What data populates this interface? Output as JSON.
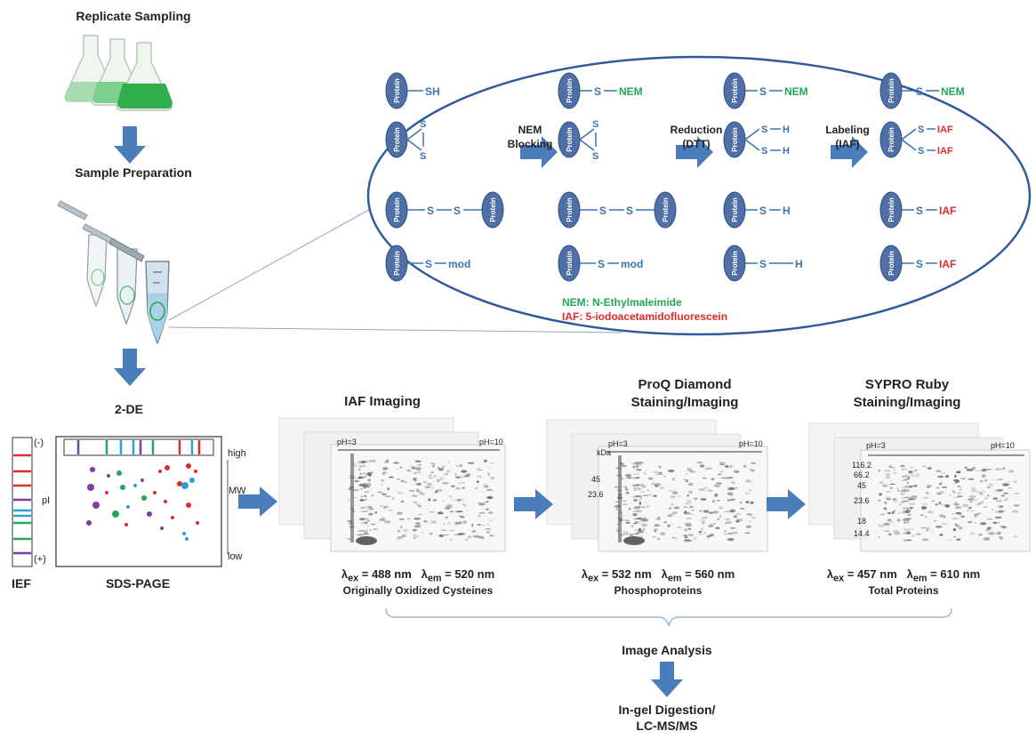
{
  "workflow": {
    "replicate_sampling": "Replicate Sampling",
    "sample_preparation": "Sample Preparation",
    "two_de": "2-DE",
    "ief": "IEF",
    "sds_page": "SDS-PAGE",
    "gel_minus": "(-)",
    "gel_plus": "(+)",
    "pi": "pI",
    "high": "high",
    "low": "low",
    "mw": "MW",
    "image_analysis": "Image Analysis",
    "digestion_line1": "In-gel Digestion/",
    "digestion_line2": "LC-MS/MS"
  },
  "chemistry": {
    "protein": "Protein",
    "sh": "SH",
    "s": "S",
    "h": "H",
    "mod": "mod",
    "nem": "NEM",
    "iaf": "IAF",
    "step_nem_1": "NEM",
    "step_nem_2": "Blocking",
    "step_red_1": "Reduction",
    "step_red_2": "(DTT)",
    "step_lab_1": "Labeling",
    "step_lab_2": "(IAF)",
    "legend_nem": "NEM: N-Ethylmaleimide",
    "legend_iaf": "IAF: 5-iodoacetamidofluorescein",
    "color_nem": "#22a75a",
    "color_iaf": "#dc2b2b",
    "color_bond": "#3b73b0"
  },
  "imaging": [
    {
      "title1": "IAF Imaging",
      "title2": "",
      "ex": "488 nm",
      "em": "520 nm",
      "target": "Originally Oxidized Cysteines",
      "ph_low": "pH=3",
      "ph_high": "pH=10"
    },
    {
      "title1": "ProQ Diamond",
      "title2": "Staining/Imaging",
      "ex": "532 nm",
      "em": "560 nm",
      "target": "Phosphoproteins",
      "ph_low": "pH=3",
      "ph_high": "pH=10",
      "kda": "kDa",
      "markers": [
        "45",
        "23.6"
      ]
    },
    {
      "title1": "SYPRO Ruby",
      "title2": "Staining/Imaging",
      "ex": "457 nm",
      "em": "610 nm",
      "target": "Total Proteins",
      "ph_low": "pH=3",
      "ph_high": "pH=10",
      "markers": [
        "116.2",
        "66.2",
        "45",
        "23.6",
        "18",
        "14.4"
      ]
    }
  ],
  "lambda": {
    "symbol": "λ",
    "ex_sub": "ex",
    "em_sub": "em",
    "eq": " = "
  }
}
